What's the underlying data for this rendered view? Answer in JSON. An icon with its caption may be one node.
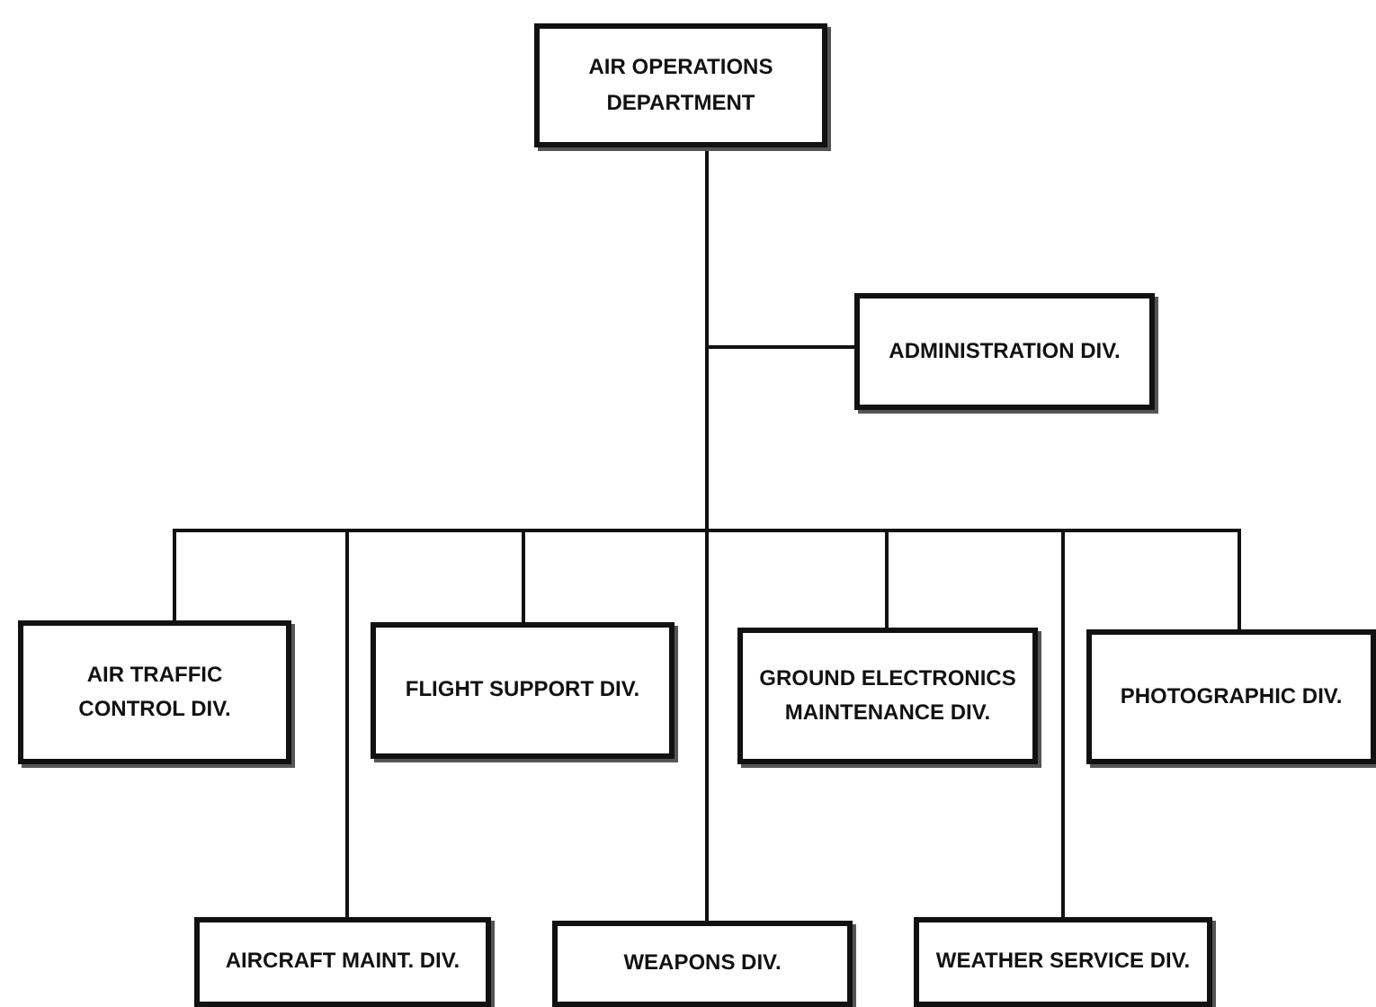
{
  "diagram": {
    "nodes": [
      {
        "text": [
          "AIR OPERATIONS DEPARTMENT"
        ]
      },
      {
        "text": [
          "ADMINISTRATION DIV."
        ]
      },
      {
        "text": [
          "AIR TRAFFIC CONTROL DIV."
        ]
      },
      {
        "text": [
          "FLIGHT SUPPORT DIV."
        ]
      },
      {
        "text": [
          "GROUND ELECTRONICS MAINTENANCE DIV."
        ]
      },
      {
        "text": [
          "PHOTOGRAPHIC DIV."
        ]
      },
      {
        "text": [
          "AIRCRAFT MAINT. DIV."
        ]
      },
      {
        "text": [
          "WEAPONS DIV."
        ]
      },
      {
        "text": [
          "WEATHER SERVICE DIV."
        ]
      }
    ],
    "edges": [
      {
        "from": 0,
        "to": 1,
        "arrow": "none"
      },
      {
        "from": 0,
        "to": 2,
        "arrow": "none"
      },
      {
        "from": 0,
        "to": 3,
        "arrow": "none"
      },
      {
        "from": 0,
        "to": 4,
        "arrow": "none"
      },
      {
        "from": 0,
        "to": 5,
        "arrow": "none"
      },
      {
        "from": 0,
        "to": 6,
        "arrow": "none"
      },
      {
        "from": 0,
        "to": 7,
        "arrow": "none"
      },
      {
        "from": 0,
        "to": 8,
        "arrow": "none"
      }
    ]
  }
}
